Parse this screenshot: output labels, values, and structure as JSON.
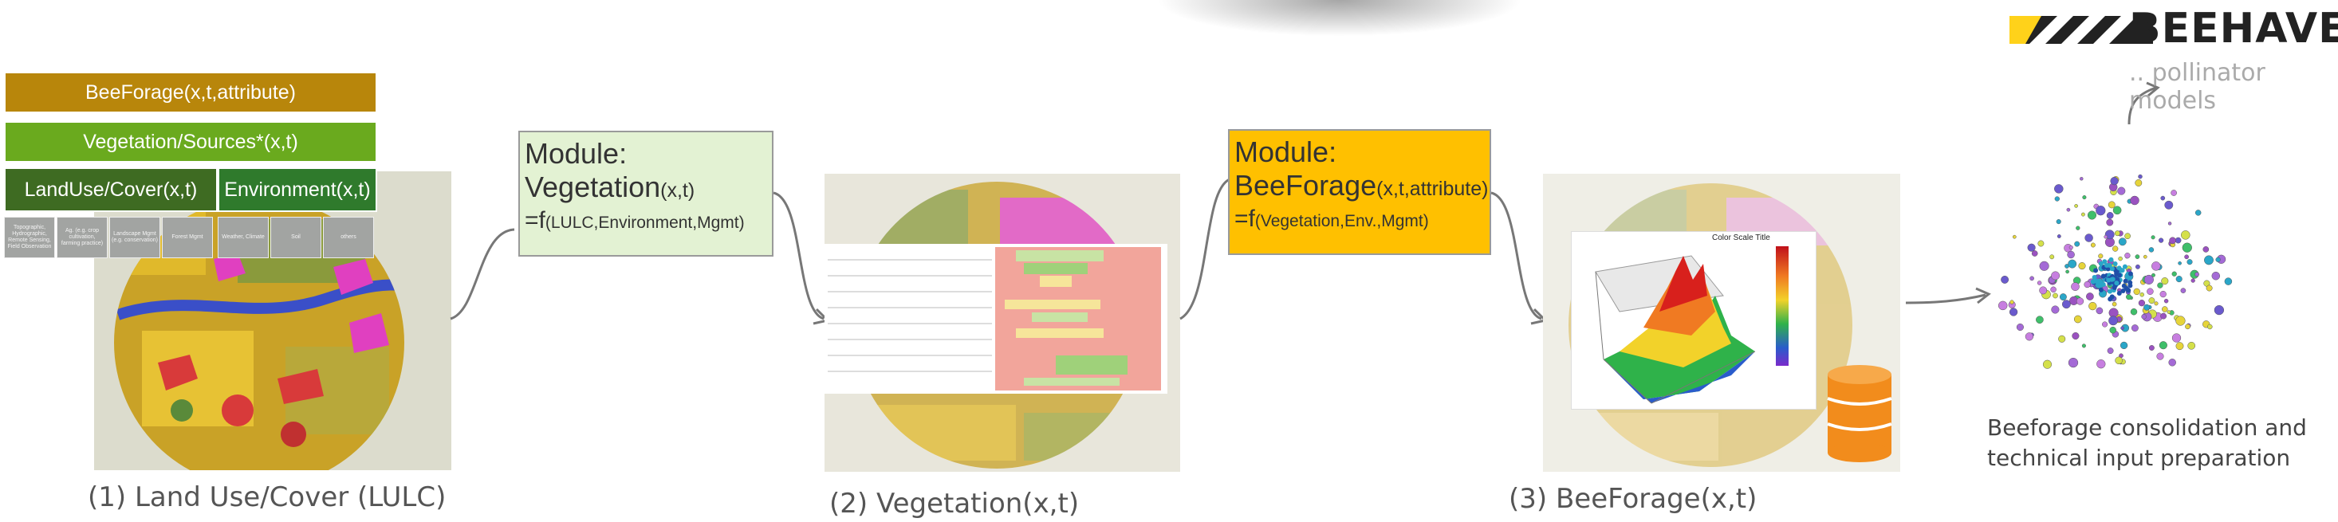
{
  "layers": {
    "beeforage": "BeeForage(x,t,attribute)",
    "vegetation": "Vegetation/Sources*(x,t)",
    "landuse": "LandUse/Cover(x,t)",
    "environment": "Environment(x,t)",
    "sub_items": [
      "Topographic, Hydrographic, Remote Sensing, Field Observation",
      "Ag. (e.g. crop cultivation, farming practice)",
      "Landscape Mgmt (e.g. conservation)",
      "Forest Mgmt",
      "Weather, Climate",
      "Soil",
      "others"
    ]
  },
  "module_vegetation": {
    "title": "Module:",
    "name": "Vegetation",
    "name_args": "(x,t)",
    "formula_prefix": "=f",
    "formula_args": "(LULC,Environment,Mgmt)"
  },
  "module_beeforage": {
    "title": "Module:",
    "name": "BeeForage",
    "name_args": "(x,t,attribute)",
    "formula_prefix": "=f",
    "formula_args": "(Vegetation,Env.,Mgmt)"
  },
  "captions": {
    "step1": "(1) Land Use/Cover (LULC)",
    "step2": "(2) Vegetation(x,t)",
    "step3": "(3) BeeForage(x,t)",
    "final_line1": "Beeforage consolidation and",
    "final_line2": "technical input preparation"
  },
  "surface_plot": {
    "title": "Color Scale Title"
  },
  "logo": {
    "name": "BEEHAVE",
    "tagline": ".. pollinator models"
  },
  "colors": {
    "beeforage_bar": "#b8860b",
    "vegetation_bar": "#6aaa1e",
    "landuse_bar": "#3e6b22",
    "environment_bar": "#2f7a2c",
    "module_vegetation_bg": "#e3f2d3",
    "module_beeforage_bg": "#ffc000",
    "database": "#f28c1c"
  }
}
